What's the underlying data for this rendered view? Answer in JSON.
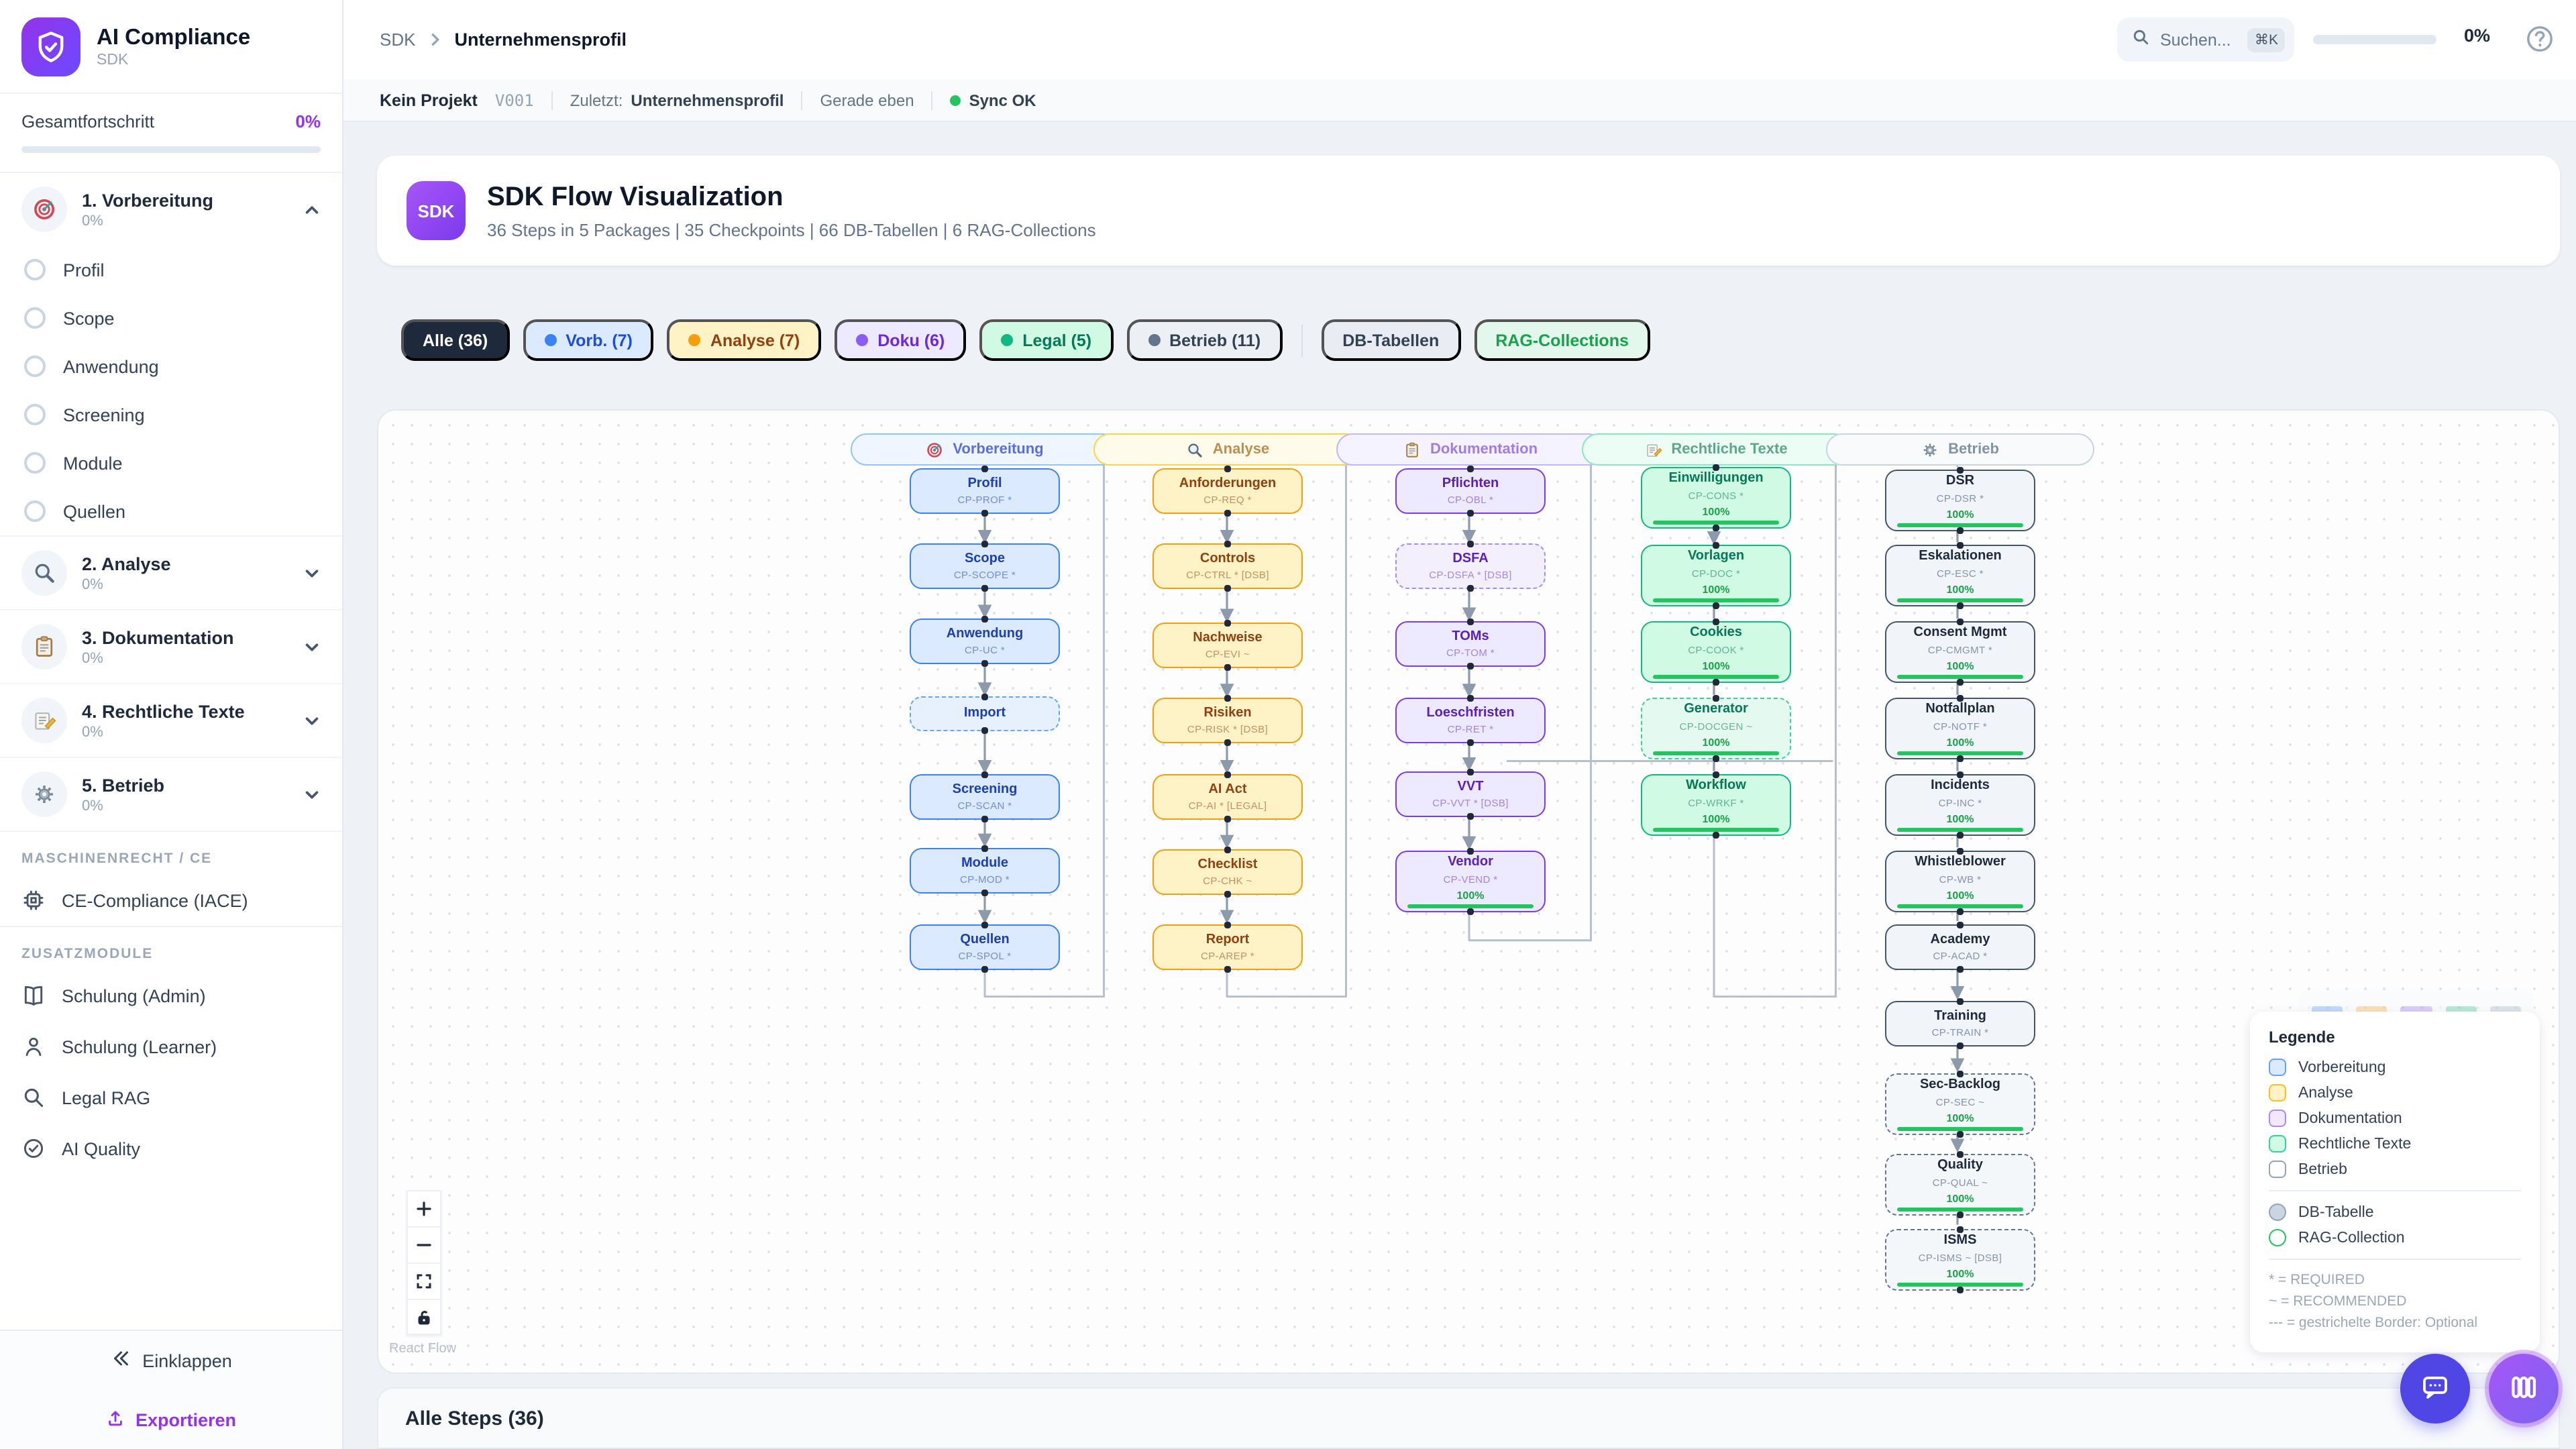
{
  "app": {
    "name": "AI Compliance",
    "subtitle": "SDK"
  },
  "colors": {
    "accent": "#7c3aed",
    "export": "#9333ea",
    "sync_ok": "#22c55e",
    "progress_green": "#22c55e",
    "blue": "#3b82f6",
    "yellow": "#f59e0b",
    "purple": "#8b5cf6",
    "green": "#10b981",
    "slate": "#64748b"
  },
  "sidebar": {
    "progress_label": "Gesamtfortschritt",
    "progress_value": "0%",
    "phases": [
      {
        "icon": "target",
        "label": "1. Vorbereitung",
        "percent": "0%",
        "expanded": true,
        "items": [
          "Profil",
          "Scope",
          "Anwendung",
          "Screening",
          "Module",
          "Quellen"
        ]
      },
      {
        "icon": "magnifier",
        "label": "2. Analyse",
        "percent": "0%",
        "expanded": false,
        "items": []
      },
      {
        "icon": "clipboard",
        "label": "3. Dokumentation",
        "percent": "0%",
        "expanded": false,
        "items": []
      },
      {
        "icon": "pencil",
        "label": "4. Rechtliche Texte",
        "percent": "0%",
        "expanded": false,
        "items": []
      },
      {
        "icon": "gear",
        "label": "5. Betrieb",
        "percent": "0%",
        "expanded": false,
        "items": []
      }
    ],
    "sections": [
      {
        "title": "MASCHINENRECHT / CE",
        "items": [
          {
            "icon": "chip",
            "label": "CE-Compliance (IACE)"
          }
        ]
      },
      {
        "title": "ZUSATZMODULE",
        "items": [
          {
            "icon": "book",
            "label": "Schulung (Admin)"
          },
          {
            "icon": "person",
            "label": "Schulung (Learner)"
          },
          {
            "icon": "magnifier-plain",
            "label": "Legal RAG"
          },
          {
            "icon": "check-circle",
            "label": "AI Quality"
          }
        ]
      }
    ],
    "collapse_label": "Einklappen",
    "export_label": "Exportieren"
  },
  "header": {
    "breadcrumb": [
      "SDK",
      "Unternehmensprofil"
    ],
    "search_placeholder": "Suchen...",
    "search_shortcut": "⌘K",
    "progress_value": "0%"
  },
  "statusbar": {
    "project": "Kein Projekt",
    "version": "V001",
    "last_label": "Zuletzt:",
    "last_value": "Unternehmensprofil",
    "time": "Gerade eben",
    "sync_label": "Sync OK"
  },
  "hero": {
    "badge": "SDK",
    "title": "SDK Flow Visualization",
    "subtitle": "36 Steps in 5 Packages | 35 Checkpoints | 66 DB-Tabellen | 6 RAG-Collections"
  },
  "filters": [
    {
      "label": "Alle (36)",
      "style": "dark"
    },
    {
      "label": "Vorb. (7)",
      "style": "blue",
      "dot": "#3b82f6"
    },
    {
      "label": "Analyse (7)",
      "style": "yellow",
      "dot": "#f59e0b"
    },
    {
      "label": "Doku (6)",
      "style": "purple",
      "dot": "#8b5cf6"
    },
    {
      "label": "Legal (5)",
      "style": "green",
      "dot": "#10b981"
    },
    {
      "label": "Betrieb (11)",
      "style": "slate",
      "dot": "#64748b"
    }
  ],
  "extra_filters": [
    {
      "label": "DB-Tabellen",
      "style": "gray"
    },
    {
      "label": "RAG-Collections",
      "style": "mint"
    }
  ],
  "flow": {
    "columns": [
      {
        "id": "vorbereitung",
        "label": "Vorbereitung",
        "icon": "target",
        "color": "blue",
        "nodes": [
          {
            "title": "Profil",
            "code": "CP-PROF *"
          },
          {
            "title": "Scope",
            "code": "CP-SCOPE *"
          },
          {
            "title": "Anwendung",
            "code": "CP-UC *"
          },
          {
            "title": "Import",
            "code": "",
            "dashed": true
          },
          {
            "title": "Screening",
            "code": "CP-SCAN *"
          },
          {
            "title": "Module",
            "code": "CP-MOD *"
          },
          {
            "title": "Quellen",
            "code": "CP-SPOL *"
          }
        ]
      },
      {
        "id": "analyse",
        "label": "Analyse",
        "icon": "magnifier",
        "color": "yellow",
        "nodes": [
          {
            "title": "Anforderungen",
            "code": "CP-REQ *"
          },
          {
            "title": "Controls",
            "code": "CP-CTRL * [DSB]"
          },
          {
            "title": "Nachweise",
            "code": "CP-EVI ~"
          },
          {
            "title": "Risiken",
            "code": "CP-RISK * [DSB]"
          },
          {
            "title": "AI Act",
            "code": "CP-AI * [LEGAL]"
          },
          {
            "title": "Checklist",
            "code": "CP-CHK ~"
          },
          {
            "title": "Report",
            "code": "CP-AREP *"
          }
        ]
      },
      {
        "id": "dokumentation",
        "label": "Dokumentation",
        "icon": "clipboard",
        "color": "purple",
        "nodes": [
          {
            "title": "Pflichten",
            "code": "CP-OBL *"
          },
          {
            "title": "DSFA",
            "code": "CP-DSFA * [DSB]",
            "dashed": true
          },
          {
            "title": "TOMs",
            "code": "CP-TOM *"
          },
          {
            "title": "Loeschfristen",
            "code": "CP-RET *"
          },
          {
            "title": "VVT",
            "code": "CP-VVT * [DSB]"
          },
          {
            "title": "Vendor",
            "code": "CP-VEND *",
            "progress": "100%"
          }
        ]
      },
      {
        "id": "rechtliche-texte",
        "label": "Rechtliche Texte",
        "icon": "pencil",
        "color": "green",
        "nodes": [
          {
            "title": "Einwilligungen",
            "code": "CP-CONS *",
            "progress": "100%"
          },
          {
            "title": "Vorlagen",
            "code": "CP-DOC *",
            "progress": "100%"
          },
          {
            "title": "Cookies",
            "code": "CP-COOK *",
            "progress": "100%"
          },
          {
            "title": "Generator",
            "code": "CP-DOCGEN ~",
            "progress": "100%",
            "dashed": true
          },
          {
            "title": "Workflow",
            "code": "CP-WRKF *",
            "progress": "100%"
          }
        ]
      },
      {
        "id": "betrieb",
        "label": "Betrieb",
        "icon": "gear",
        "color": "slate",
        "nodes": [
          {
            "title": "DSR",
            "code": "CP-DSR *",
            "progress": "100%"
          },
          {
            "title": "Eskalationen",
            "code": "CP-ESC *",
            "progress": "100%"
          },
          {
            "title": "Consent Mgmt",
            "code": "CP-CMGMT *",
            "progress": "100%"
          },
          {
            "title": "Notfallplan",
            "code": "CP-NOTF *",
            "progress": "100%"
          },
          {
            "title": "Incidents",
            "code": "CP-INC *",
            "progress": "100%"
          },
          {
            "title": "Whistleblower",
            "code": "CP-WB *",
            "progress": "100%"
          },
          {
            "title": "Academy",
            "code": "CP-ACAD *"
          },
          {
            "title": "Training",
            "code": "CP-TRAIN *"
          },
          {
            "title": "Sec-Backlog",
            "code": "CP-SEC ~",
            "progress": "100%",
            "dashed": true
          },
          {
            "title": "Quality",
            "code": "CP-QUAL ~",
            "progress": "100%",
            "dashed": true
          },
          {
            "title": "ISMS",
            "code": "CP-ISMS ~ [DSB]",
            "progress": "100%",
            "dashed": true
          }
        ]
      }
    ],
    "attribution": "React Flow"
  },
  "legend": {
    "title": "Legende",
    "items": [
      {
        "label": "Vorbereitung",
        "color": "blue"
      },
      {
        "label": "Analyse",
        "color": "yellow"
      },
      {
        "label": "Dokumentation",
        "color": "purple"
      },
      {
        "label": "Rechtliche Texte",
        "color": "green"
      },
      {
        "label": "Betrieb",
        "color": "slate"
      }
    ],
    "shapes": [
      {
        "label": "DB-Tabelle",
        "type": "circle-gray"
      },
      {
        "label": "RAG-Collection",
        "type": "circle-green"
      }
    ],
    "notes": [
      "* = REQUIRED",
      "~ = RECOMMENDED",
      "--- = gestrichelte Border: Optional"
    ]
  },
  "steps_panel": {
    "title": "Alle Steps (36)"
  }
}
